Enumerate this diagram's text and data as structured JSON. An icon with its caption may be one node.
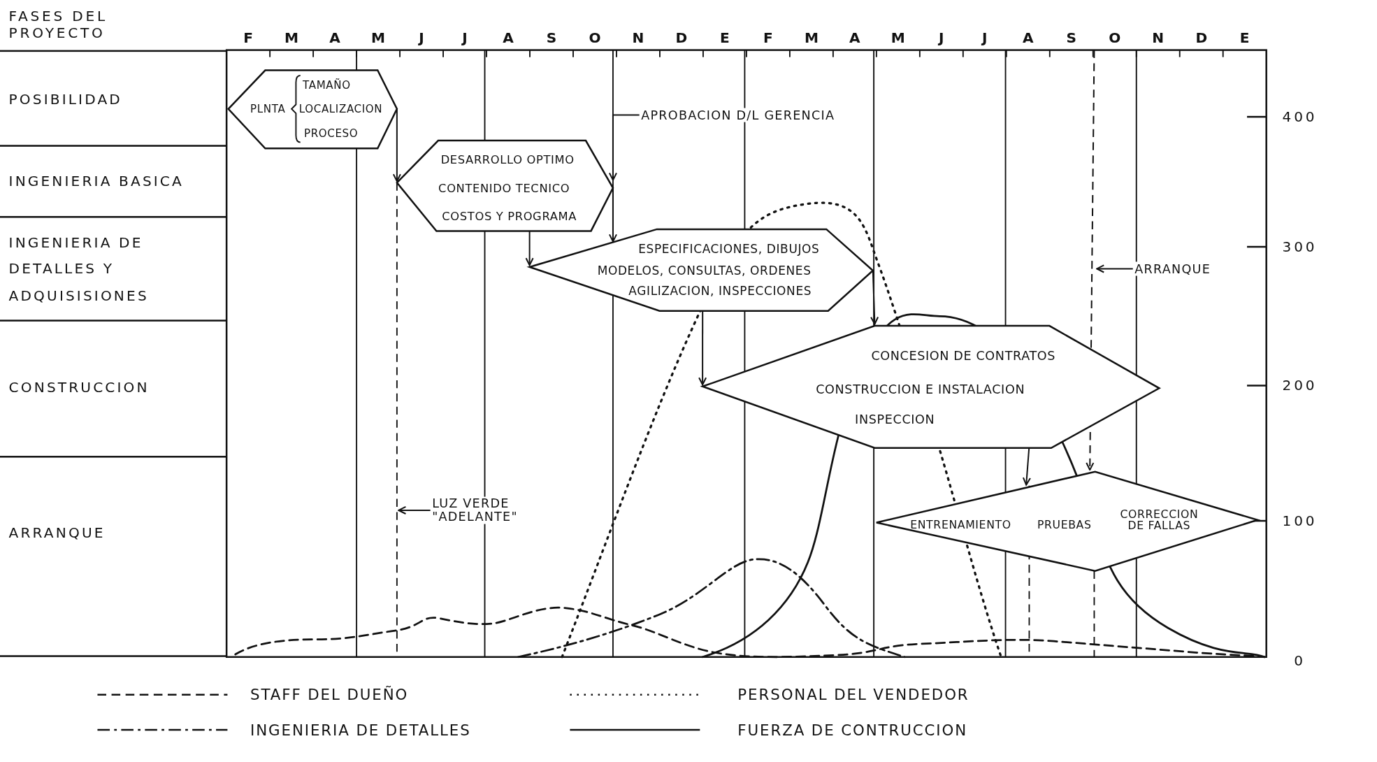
{
  "diagram": {
    "nodes": [
      {
        "text": [
          "POSIBILIDAD"
        ]
      },
      {
        "text": [
          "INGENIERIA BASICA"
        ]
      },
      {
        "text": [
          "INGENIERIA DE DETALLES Y ADQUISISIONES"
        ]
      },
      {
        "text": [
          "CONSTRUCCION"
        ]
      },
      {
        "text": [
          "ARRANQUE"
        ]
      },
      {
        "text": [
          "PLNTA",
          "TAMAÑO",
          "LOCALIZACION",
          "PROCESO"
        ]
      },
      {
        "text": [
          "DESARROLLO OPTIMO",
          "CONTENIDO TECNICO",
          "COSTOS Y PROGRAMA"
        ]
      },
      {
        "text": [
          "ESPECIFICACIONES, DIBUJOS",
          "MODELOS, CONSULTAS, ORDENES",
          "AGILIZACION, INSPECCIONES"
        ]
      },
      {
        "text": [
          "CONCESION DE CONTRATOS",
          "CONSTRUCCION E INSTALACION",
          "INSPECCION"
        ]
      },
      {
        "text": [
          "ENTRENAMIENTO",
          "PRUEBAS",
          "CORRECCION DE FALLAS"
        ]
      },
      {
        "text": [
          "APROBACION D/L GERENCIA"
        ]
      },
      {
        "text": [
          "ARRANQUE"
        ]
      },
      {
        "text": [
          "LUZ VERDE \"ADELANTE\""
        ]
      }
    ],
    "edges": [
      {
        "from": 5,
        "to": 6,
        "arrow": "to"
      },
      {
        "from": 10,
        "to": 6,
        "arrow": "to"
      },
      {
        "from": 6,
        "to": 7,
        "arrow": "to"
      },
      {
        "from": 6,
        "to": 7,
        "arrow": "to"
      },
      {
        "from": 7,
        "to": 8,
        "arrow": "to"
      },
      {
        "from": 7,
        "to": 8,
        "arrow": "to"
      },
      {
        "from": 8,
        "to": 9,
        "arrow": "to"
      },
      {
        "from": null,
        "to": 9,
        "arrow": "to",
        "style": "dashed"
      },
      {
        "from": 11,
        "to": null,
        "arrow": "to"
      },
      {
        "from": 12,
        "to": null,
        "arrow": "to"
      }
    ],
    "labels": [
      "FASES DEL PROYECTO",
      "F",
      "M",
      "A",
      "M",
      "J",
      "J",
      "A",
      "S",
      "O",
      "N",
      "D",
      "E",
      "F",
      "M",
      "A",
      "M",
      "J",
      "J",
      "A",
      "S",
      "O",
      "N",
      "D",
      "E",
      "400",
      "300",
      "200",
      "100",
      "0"
    ],
    "legend": [
      {
        "text": "STAFF DEL DUEÑO"
      },
      {
        "text": "PERSONAL DEL VENDEDOR"
      },
      {
        "text": "INGENIERIA DE DETALLES"
      },
      {
        "text": "FUERZA DE CONTRUCCION"
      }
    ]
  }
}
